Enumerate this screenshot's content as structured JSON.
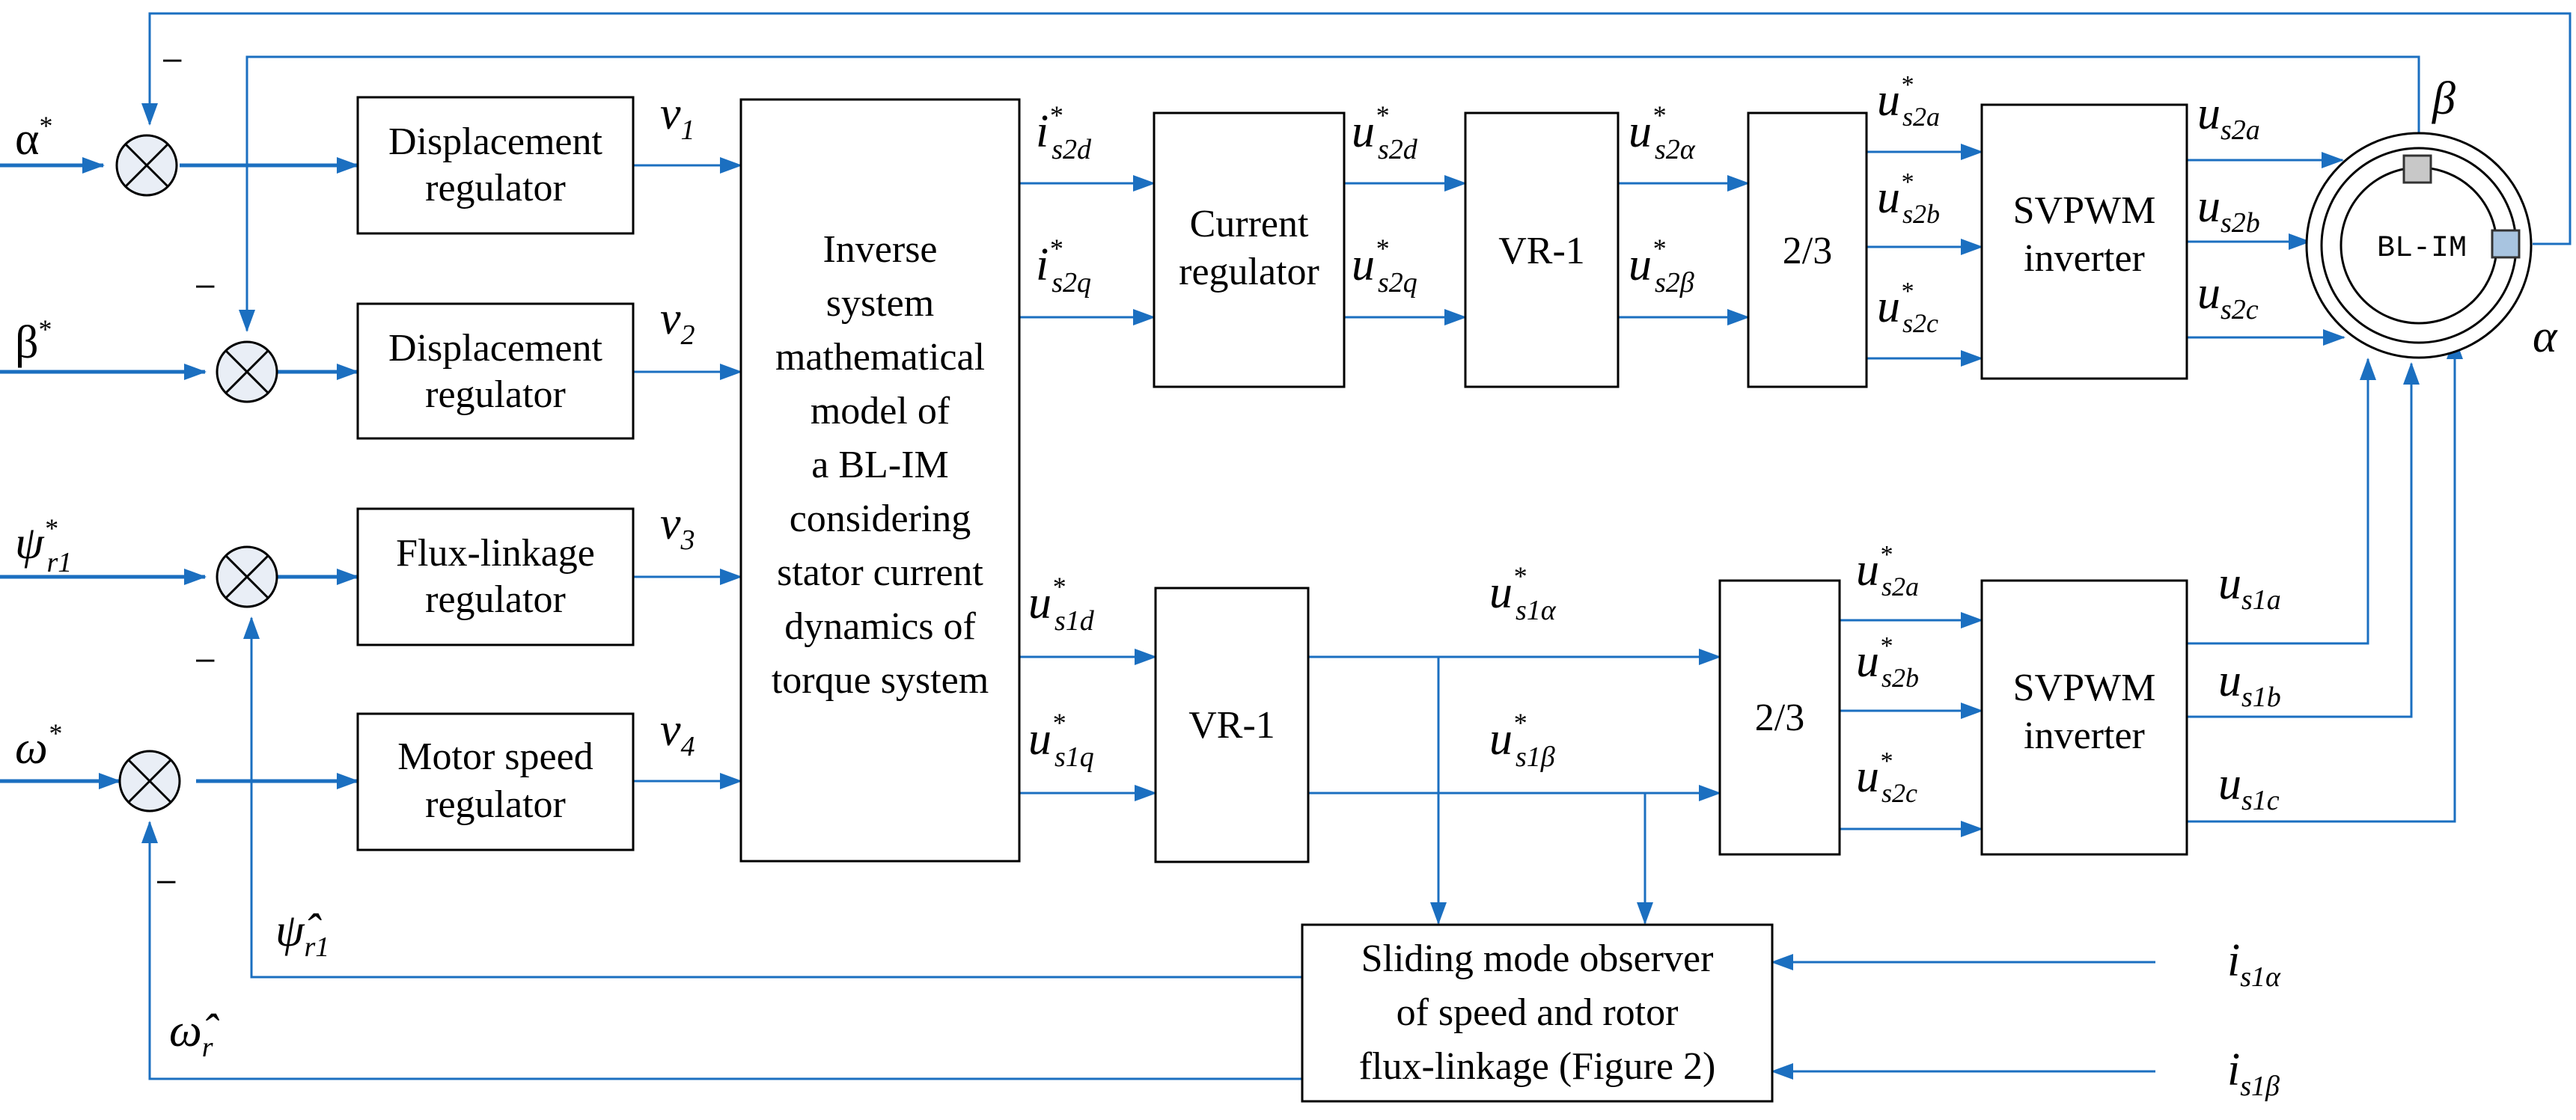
{
  "blocks": {
    "disp_reg_1": [
      "Displacement",
      "regulator"
    ],
    "disp_reg_2": [
      "Displacement",
      "regulator"
    ],
    "flux_reg": [
      "Flux-linkage",
      "regulator"
    ],
    "speed_reg": [
      "Motor speed",
      "regulator"
    ],
    "inverse_model": [
      "Inverse",
      "system",
      "mathematical",
      "model of",
      "a BL-IM",
      "considering",
      "stator current",
      "dynamics of",
      "torque system"
    ],
    "current_reg": [
      "Current",
      "regulator"
    ],
    "vr1_top": "VR-1",
    "vr1_bottom": "VR-1",
    "conv_top": "2/3",
    "conv_bottom": "2/3",
    "svpwm_top": [
      "SVPWM",
      "inverter"
    ],
    "svpwm_bottom": [
      "SVPWM",
      "inverter"
    ],
    "observer": [
      "Sliding mode observer",
      "of speed and rotor",
      "flux-linkage (Figure 2)"
    ],
    "motor": "BL-IM"
  },
  "signals": {
    "ref_inputs": [
      {
        "base": "α",
        "sup": "*",
        "sub": ""
      },
      {
        "base": "β",
        "sup": "*",
        "sub": ""
      },
      {
        "base": "ψ",
        "sup": "*",
        "sub": "r1"
      },
      {
        "base": "ω",
        "sup": "*",
        "sub": ""
      }
    ],
    "v_outputs": [
      {
        "base": "v",
        "sub": "1"
      },
      {
        "base": "v",
        "sub": "2"
      },
      {
        "base": "v",
        "sub": "3"
      },
      {
        "base": "v",
        "sub": "4"
      }
    ],
    "is2d": {
      "base": "i",
      "sup": "*",
      "sub": "s2d"
    },
    "is2q": {
      "base": "i",
      "sup": "*",
      "sub": "s2q"
    },
    "is1d": {
      "base": "u",
      "sup": "*",
      "sub": "s1d"
    },
    "is1q": {
      "base": "u",
      "sup": "*",
      "sub": "s1q"
    },
    "us2d": {
      "base": "u",
      "sup": "*",
      "sub": "s2d"
    },
    "us2q": {
      "base": "u",
      "sup": "*",
      "sub": "s2q"
    },
    "us2alpha": {
      "base": "u",
      "sup": "*",
      "sub": "s2α"
    },
    "us2beta": {
      "base": "u",
      "sup": "*",
      "sub": "s2β"
    },
    "us1alpha": {
      "base": "u",
      "sup": "*",
      "sub": "s1α"
    },
    "us1beta": {
      "base": "u",
      "sup": "*",
      "sub": "s1β"
    },
    "top_conv_out": [
      {
        "base": "u",
        "sup": "*",
        "sub": "s2a"
      },
      {
        "base": "u",
        "sup": "*",
        "sub": "s2b"
      },
      {
        "base": "u",
        "sup": "*",
        "sub": "s2c"
      }
    ],
    "bottom_conv_out": [
      {
        "base": "u",
        "sup": "*",
        "sub": "s2a"
      },
      {
        "base": "u",
        "sup": "*",
        "sub": "s2b"
      },
      {
        "base": "u",
        "sup": "*",
        "sub": "s2c"
      }
    ],
    "top_inv_out": [
      {
        "base": "u",
        "sup": "",
        "sub": "s2a"
      },
      {
        "base": "u",
        "sup": "",
        "sub": "s2b"
      },
      {
        "base": "u",
        "sup": "",
        "sub": "s2c"
      }
    ],
    "bottom_inv_out": [
      {
        "base": "u",
        "sup": "",
        "sub": "s1a"
      },
      {
        "base": "u",
        "sup": "",
        "sub": "s1b"
      },
      {
        "base": "u",
        "sup": "",
        "sub": "s1c"
      }
    ],
    "observer_in": [
      {
        "base": "i",
        "sup": "",
        "sub": "s1α"
      },
      {
        "base": "i",
        "sup": "",
        "sub": "s1β"
      }
    ],
    "psi_hat": {
      "base": "ψ̂",
      "sup": "",
      "sub": "r1"
    },
    "omega_hat": {
      "base": "ω̂",
      "sup": "",
      "sub": "r"
    },
    "axis_beta": "β",
    "axis_alpha": "α",
    "minus": "–"
  }
}
